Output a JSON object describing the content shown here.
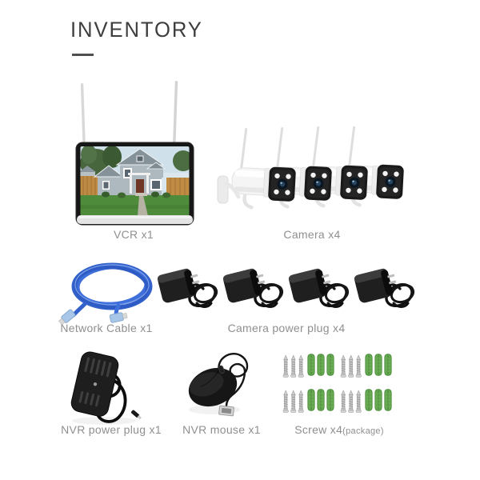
{
  "page": {
    "title": "INVENTORY",
    "background_color": "#ffffff",
    "title_color": "#3e3e3e",
    "label_color": "#8f8f8f"
  },
  "items": [
    {
      "id": "vcr",
      "label": "VCR x1",
      "icon": "vcr-monitor-with-antennas-image"
    },
    {
      "id": "camera",
      "label": "Camera x4",
      "icon": "wireless-bullet-cameras-image"
    },
    {
      "id": "network_cable",
      "label": "Network Cable x1",
      "icon": "coiled-blue-ethernet-cable-image"
    },
    {
      "id": "camera_power_plug",
      "label": "Camera power plug x4",
      "icon": "black-power-adapters-image"
    },
    {
      "id": "nvr_power_plug",
      "label": "NVR power plug x1",
      "icon": "black-power-adapter-cord-image"
    },
    {
      "id": "nvr_mouse",
      "label": "NVR mouse x1",
      "icon": "wired-usb-mouse-image"
    },
    {
      "id": "screw",
      "label": "Screw x4",
      "label_suffix": "(package)",
      "icon": "screws-and-wall-anchors-image"
    }
  ],
  "colors": {
    "cable_blue": "#3a6bd6",
    "anchor_green": "#64a84f",
    "screw_silver": "#c6c6c6",
    "device_black": "#1f1f1f",
    "camera_white": "#f5f5f5",
    "lawn_green": "#4e8b3a",
    "fence_brown": "#c08a43"
  }
}
